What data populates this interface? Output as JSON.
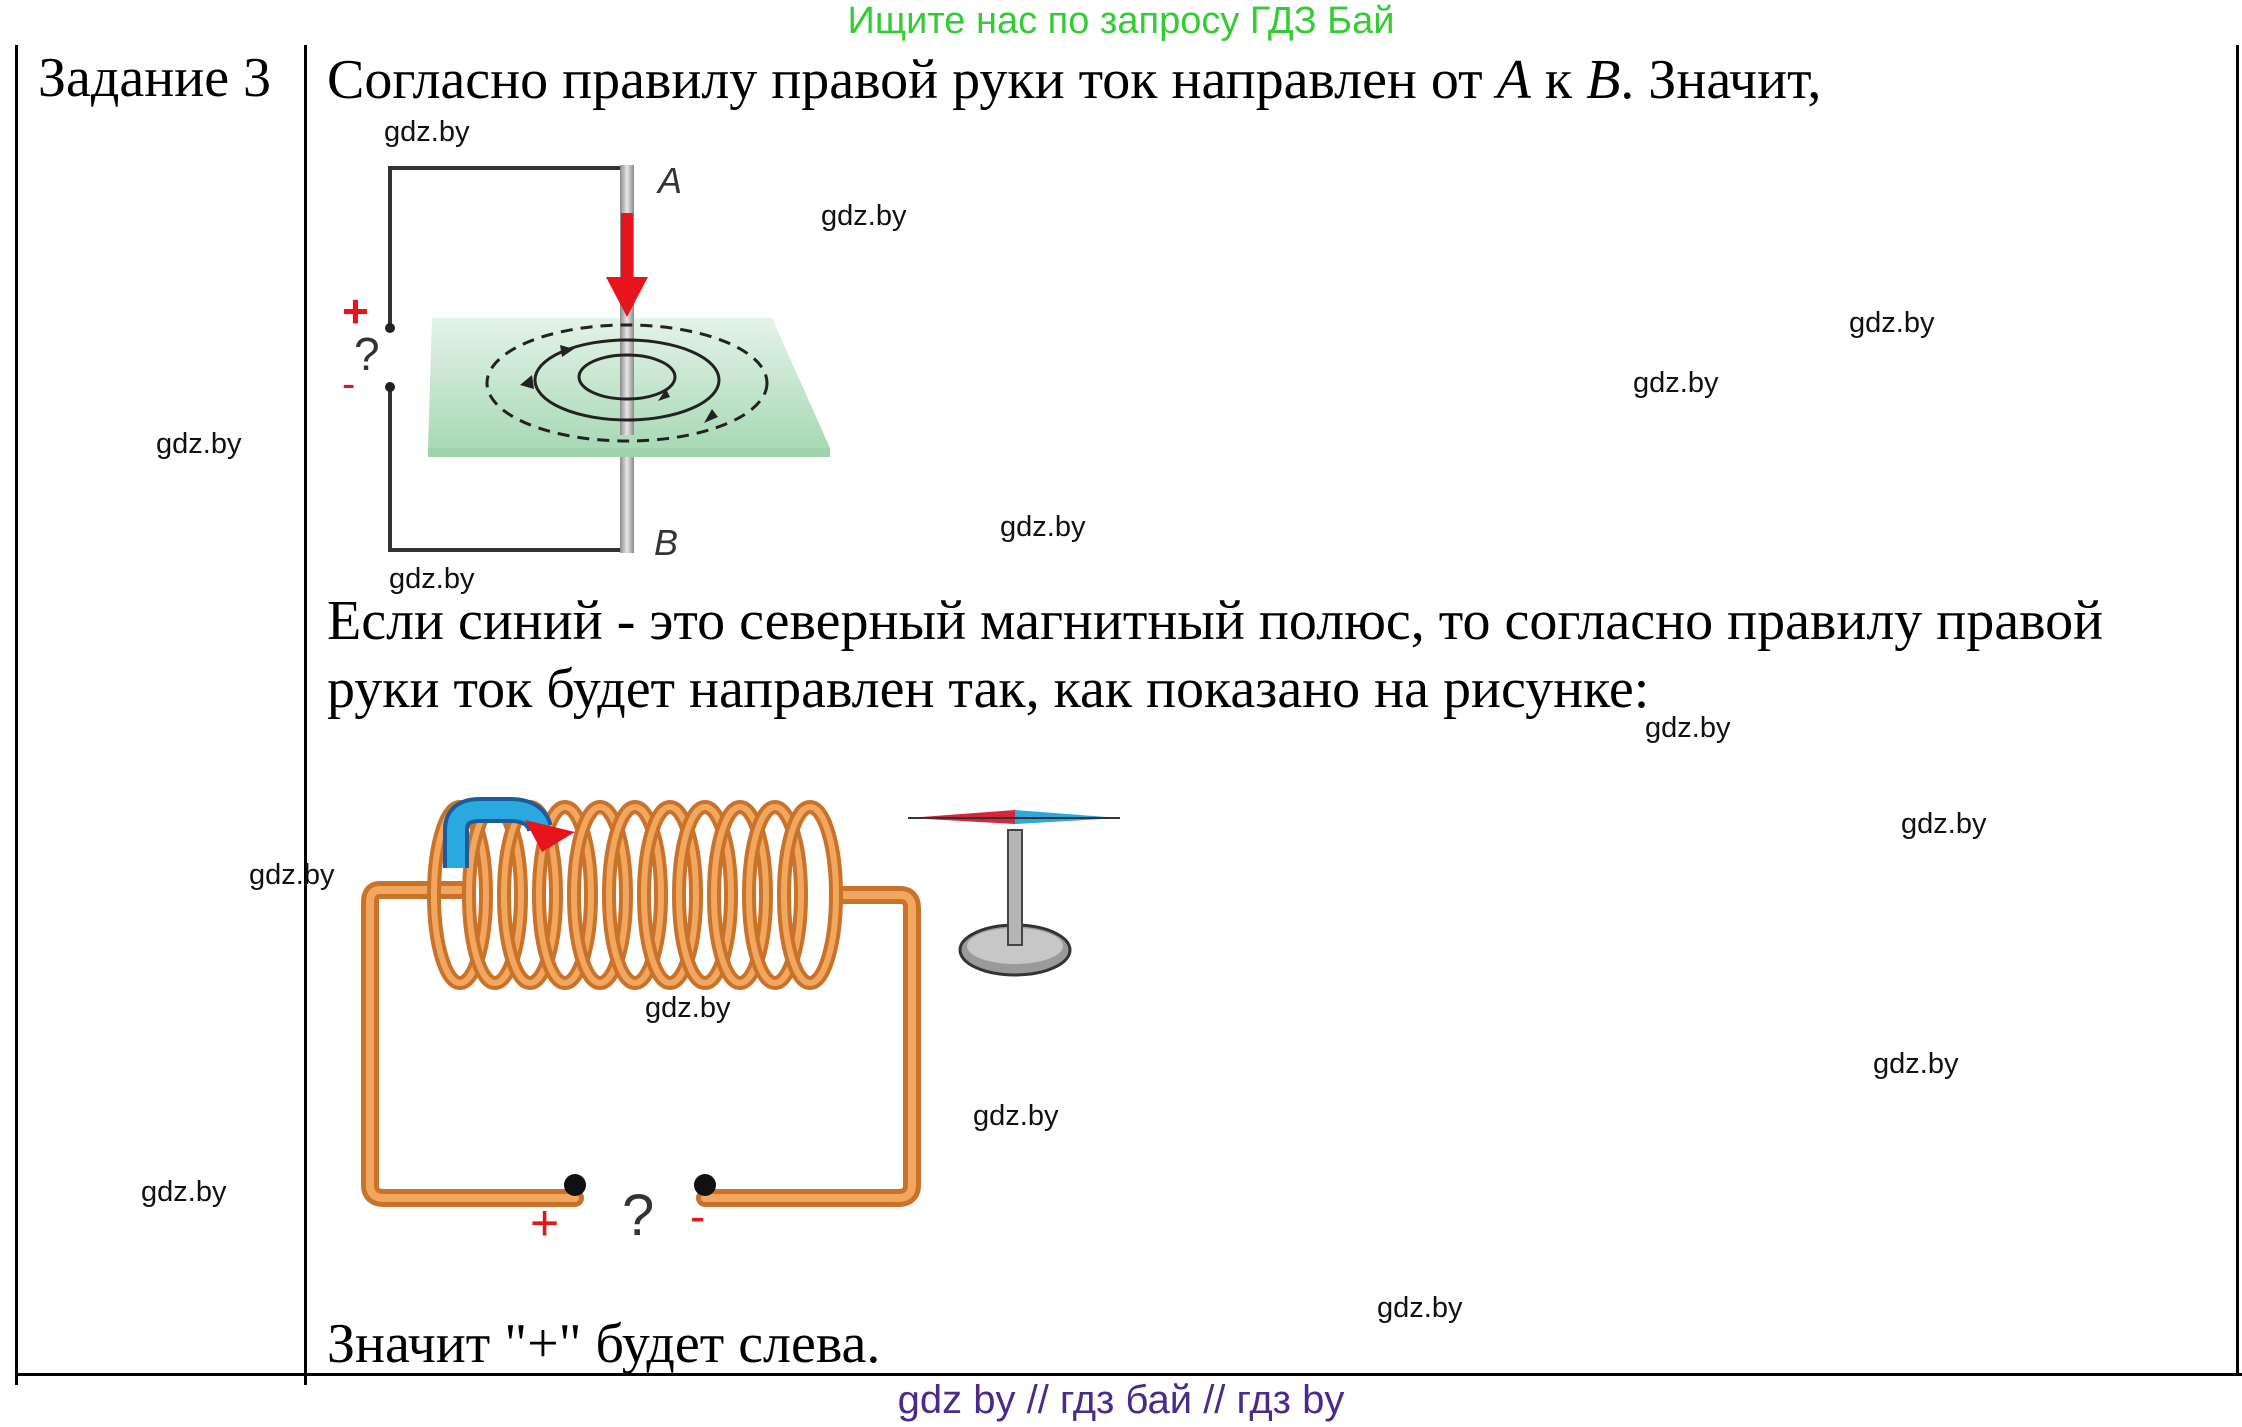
{
  "banner": "Ищите нас по запросу ГДЗ Бай",
  "task_label": "Задание 3",
  "paragraph1": {
    "before": "Согласно правилу правой руки ток направлен от ",
    "A": "A",
    "middle": " к ",
    "B": "B",
    "after": ". Значит,"
  },
  "paragraph2_line1": "Если синий - это северный магнитный полюс, то согласно правилу правой",
  "paragraph2_line2": "руки ток будет направлен так, как показано на рисунке:",
  "conclusion": "Значит \"+\" будет слева.",
  "figure1": {
    "label_top": "A",
    "label_bottom": "B",
    "plus": "+",
    "question": "?",
    "minus": "-"
  },
  "figure2": {
    "plus": "+",
    "question": "?",
    "minus": "-"
  },
  "watermark": "gdz.by",
  "footer": "gdz by  //  гдз бай  //  гдз by",
  "colors": {
    "banner": "#33cc33",
    "footer": "#4b2a8c",
    "arrow_red": "#e8141b",
    "coil_orange": "#e8903f",
    "plate_green": "#bfe3c8",
    "needle_blue": "#2aa8e0",
    "needle_red": "#d9243a"
  }
}
